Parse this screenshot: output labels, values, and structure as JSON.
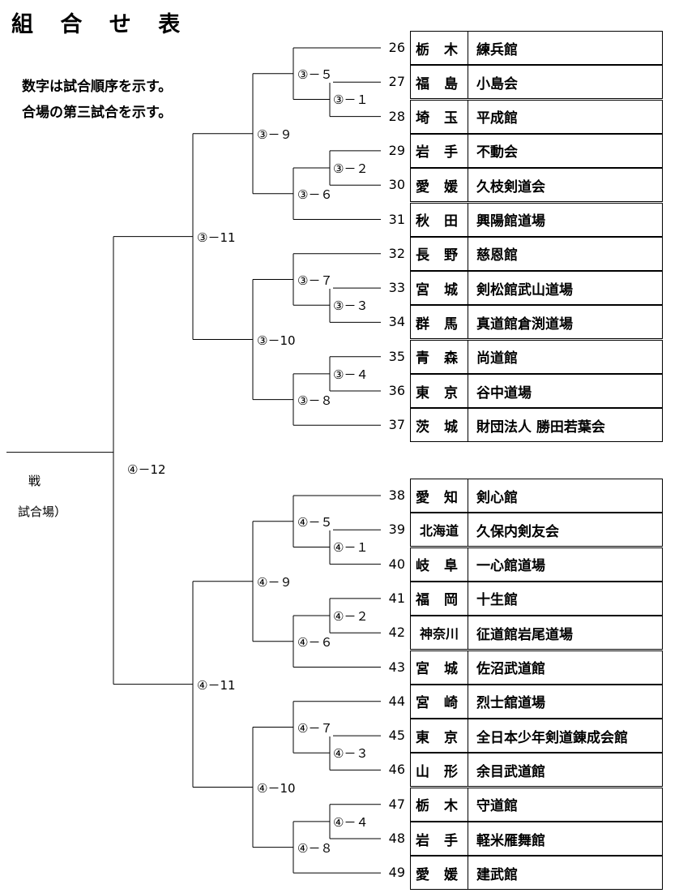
{
  "title": "組 合 せ 表",
  "notes": [
    "数字は試合順序を示す。",
    "合場の第三試合を示す。"
  ],
  "side_labels": [
    "戦",
    "試合場）"
  ],
  "entries": [
    {
      "num": "26",
      "pref": "栃 木",
      "club": "練兵館"
    },
    {
      "num": "27",
      "pref": "福 島",
      "club": "小島会"
    },
    {
      "num": "28",
      "pref": "埼 玉",
      "club": "平成館"
    },
    {
      "num": "29",
      "pref": "岩 手",
      "club": "不動会"
    },
    {
      "num": "30",
      "pref": "愛 媛",
      "club": "久枝剣道会"
    },
    {
      "num": "31",
      "pref": "秋 田",
      "club": "興陽館道場"
    },
    {
      "num": "32",
      "pref": "長 野",
      "club": "慈恩館"
    },
    {
      "num": "33",
      "pref": "宮 城",
      "club": "剣松館武山道場"
    },
    {
      "num": "34",
      "pref": "群 馬",
      "club": "真道館倉渕道場"
    },
    {
      "num": "35",
      "pref": "青 森",
      "club": "尚道館"
    },
    {
      "num": "36",
      "pref": "東 京",
      "club": "谷中道場"
    },
    {
      "num": "37",
      "pref": "茨 城",
      "club": "財団法人 勝田若葉会"
    },
    {
      "num": "38",
      "pref": "愛 知",
      "club": "剣心館"
    },
    {
      "num": "39",
      "pref": "北海道",
      "club": "久保内剣友会"
    },
    {
      "num": "40",
      "pref": "岐 阜",
      "club": "一心館道場"
    },
    {
      "num": "41",
      "pref": "福 岡",
      "club": "十生館"
    },
    {
      "num": "42",
      "pref": "神奈川",
      "club": "征道館岩尾道場"
    },
    {
      "num": "43",
      "pref": "宮 城",
      "club": "佐沼武道館"
    },
    {
      "num": "44",
      "pref": "宮 崎",
      "club": "烈士舘道場"
    },
    {
      "num": "45",
      "pref": "東 京",
      "club": "全日本少年剣道錬成会館"
    },
    {
      "num": "46",
      "pref": "山 形",
      "club": "余目武道館"
    },
    {
      "num": "47",
      "pref": "栃 木",
      "club": "守道館"
    },
    {
      "num": "48",
      "pref": "岩 手",
      "club": "軽米雁舞館"
    },
    {
      "num": "49",
      "pref": "愛 媛",
      "club": "建武館"
    }
  ],
  "matches": [
    "③－１",
    "③－２",
    "③－３",
    "③－４",
    "③－５",
    "③－６",
    "③－７",
    "③－８",
    "③－９",
    "③－10",
    "③－11",
    "④－１",
    "④－２",
    "④－３",
    "④－４",
    "④－５",
    "④－６",
    "④－７",
    "④－８",
    "④－９",
    "④－10",
    "④－11",
    "④－12"
  ]
}
